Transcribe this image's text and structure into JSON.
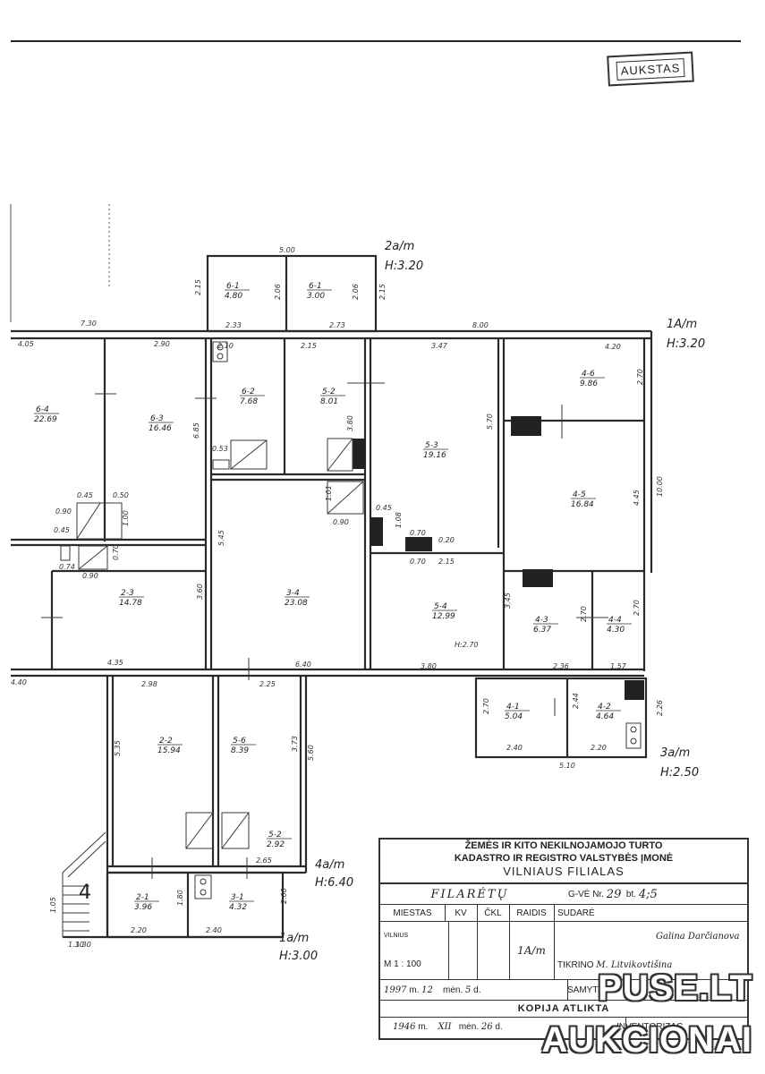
{
  "stamp_label": "AUKSTAS",
  "floor_labels": [
    {
      "text": "2a/m",
      "height": "H:3.20"
    },
    {
      "text": "1A/m",
      "height": "H:3.20"
    },
    {
      "text": "3a/m",
      "height": "H:2.50"
    },
    {
      "text": "4a/m",
      "height": "H:6.40"
    },
    {
      "text": "1a/m",
      "height": "H:3.00"
    }
  ],
  "rooms": [
    {
      "code": "6-1",
      "area": "4.80"
    },
    {
      "code": "6-1",
      "area": "3.00"
    },
    {
      "code": "6-2",
      "area": "7.68"
    },
    {
      "code": "5-2",
      "area": "8.01"
    },
    {
      "code": "6-4",
      "area": "22.69"
    },
    {
      "code": "6-3",
      "area": "16.46"
    },
    {
      "code": "5-3",
      "area": "19.16"
    },
    {
      "code": "4-6",
      "area": "9.86"
    },
    {
      "code": "4-5",
      "area": "16.84"
    },
    {
      "code": "2-3",
      "area": "14.78"
    },
    {
      "code": "3-4",
      "area": "23.08"
    },
    {
      "code": "5-4",
      "area": "12.99"
    },
    {
      "code": "4-3",
      "area": "6.37"
    },
    {
      "code": "4-4",
      "area": "4.30"
    },
    {
      "code": "4-1",
      "area": "5.04"
    },
    {
      "code": "4-2",
      "area": "4.64"
    },
    {
      "code": "2-2",
      "area": "15.94"
    },
    {
      "code": "5-6",
      "area": "8.39"
    },
    {
      "code": "5-2",
      "area": "2.92"
    },
    {
      "code": "2-1",
      "area": "3.96"
    },
    {
      "code": "3-1",
      "area": "4.32"
    }
  ],
  "dimensions": [
    "5.00",
    "2.15",
    "2.06",
    "2.06",
    "2.15",
    "7.30",
    "2.33",
    "2.73",
    "8.00",
    "4.05",
    "2.90",
    "2.10",
    "2.15",
    "3.47",
    "4.20",
    "2.70",
    "3.80",
    "5.70",
    "6.85",
    "0.53",
    "0.45",
    "0.50",
    "0.90",
    "0.45",
    "1.00",
    "0.74",
    "0.70",
    "0.90",
    "1.01",
    "0.90",
    "0.45",
    "1.08",
    "0.70",
    "0.20",
    "0.70",
    "2.15",
    "10.00",
    "4.45",
    "5.45",
    "3.60",
    "4.35",
    "6.40",
    "3.80",
    "2.36",
    "1.57",
    "2.70",
    "2.70",
    "4.40",
    "2.98",
    "2.25",
    "3.45",
    "H:2.70",
    "2.70",
    "2.44",
    "2.26",
    "2.40",
    "2.20",
    "5.10",
    "5.35",
    "3.73",
    "5.60",
    "2.65",
    "1.30",
    "1.80",
    "2.00",
    "2.20",
    "2.40",
    "1.05",
    "1.30"
  ],
  "stair_number": "4",
  "title_block": {
    "org_line1": "ŽEMĖS IR KITO NEKILNOJAMOJO TURTO",
    "org_line2": "KADASTRO IR REGISTRO VALSTYBĖS ĮMONĖ",
    "org_line3": "VILNIAUS FILIALAS",
    "street": "FILARĖTŲ",
    "gve_label": "G-VĖ Nr.",
    "gve_value": "29",
    "bt_label": "bt.",
    "bt_value": "4;5",
    "col_miestas": "MIESTAS",
    "col_kv": "KV",
    "col_ckl": "ČKL",
    "col_raidis": "RAIDIS",
    "col_sudare": "SUDARĖ",
    "city": "VILNIUS",
    "scale": "M 1 : 100",
    "floor_ref": "1A/m",
    "tikrino_label": "TIKRINO",
    "signer": "Galina Darčianova",
    "checker": "M. Litvikovtišina",
    "date_year": "1997",
    "date_m_label": "m.",
    "date_month": "12",
    "date_men_label": "mėn.",
    "date_day": "5",
    "date_d_label": "d.",
    "samyt_label": "SAMYT",
    "copy_label": "KOPIJA ATLIKTA",
    "inv_year": "1946",
    "inv_m_label": "m.",
    "inv_month": "XII",
    "inv_men_label": "mėn.",
    "inv_day": "26",
    "inv_d_label": "d.",
    "inv_label": "INVENTORIZAC"
  },
  "watermark": {
    "line1": "PUSE.LT",
    "line2": "AUKCIONAI"
  }
}
